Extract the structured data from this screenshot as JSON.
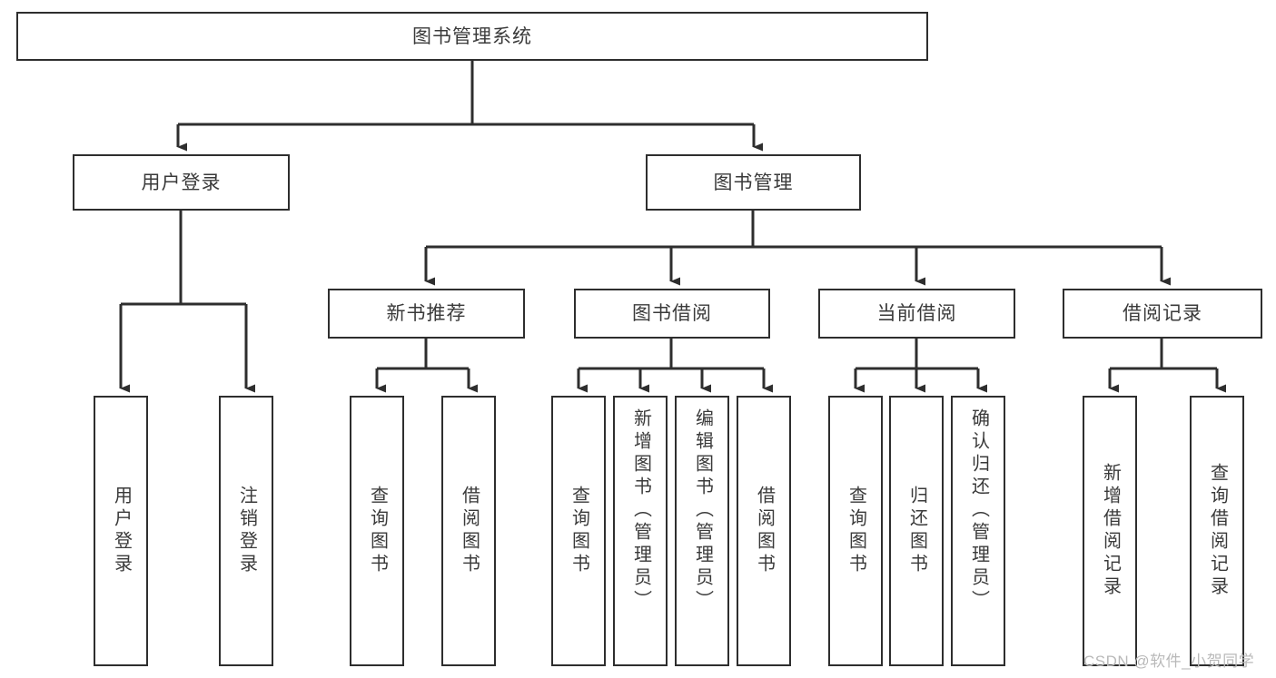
{
  "diagram": {
    "title": "图书管理系统",
    "watermark": "CSDN @软件_小贺同学",
    "ink_color": "#2e2e2e",
    "text_color": "#3a3a3a",
    "background": "#ffffff",
    "nodes": {
      "root": "图书管理系统",
      "user_login": "用户登录",
      "book_manage": "图书管理",
      "new_book_rec": "新书推荐",
      "book_borrow": "图书借阅",
      "current_borrow": "当前借阅",
      "borrow_record": "借阅记录",
      "leaf_user_login": "用户登录",
      "leaf_user_logout": "注销登录",
      "leaf_rec_query": "查询图书",
      "leaf_rec_borrow": "借阅图书",
      "leaf_borrow_query": "查询图书",
      "leaf_borrow_add": "新增图书（管理员）",
      "leaf_borrow_edit": "编辑图书（管理员）",
      "leaf_borrow_lend": "借阅图书",
      "leaf_cur_query": "查询图书",
      "leaf_cur_return": "归还图书",
      "leaf_cur_confirm": "确认归还（管理员）",
      "leaf_rec_add": "新增借阅记录",
      "leaf_rec_search": "查询借阅记录"
    }
  },
  "chart_data": {
    "type": "tree",
    "title": "图书管理系统",
    "orientation": "top-down",
    "levels": 4,
    "tree": {
      "label": "图书管理系统",
      "children": [
        {
          "label": "用户登录",
          "children": [
            {
              "label": "用户登录",
              "children": []
            },
            {
              "label": "注销登录",
              "children": []
            }
          ]
        },
        {
          "label": "图书管理",
          "children": [
            {
              "label": "新书推荐",
              "children": [
                {
                  "label": "查询图书",
                  "children": []
                },
                {
                  "label": "借阅图书",
                  "children": []
                }
              ]
            },
            {
              "label": "图书借阅",
              "children": [
                {
                  "label": "查询图书",
                  "children": []
                },
                {
                  "label": "新增图书（管理员）",
                  "children": []
                },
                {
                  "label": "编辑图书（管理员）",
                  "children": []
                },
                {
                  "label": "借阅图书",
                  "children": []
                }
              ]
            },
            {
              "label": "当前借阅",
              "children": [
                {
                  "label": "查询图书",
                  "children": []
                },
                {
                  "label": "归还图书",
                  "children": []
                },
                {
                  "label": "确认归还（管理员）",
                  "children": []
                }
              ]
            },
            {
              "label": "借阅记录",
              "children": [
                {
                  "label": "新增借阅记录",
                  "children": []
                },
                {
                  "label": "查询借阅记录",
                  "children": []
                }
              ]
            }
          ]
        }
      ]
    }
  }
}
